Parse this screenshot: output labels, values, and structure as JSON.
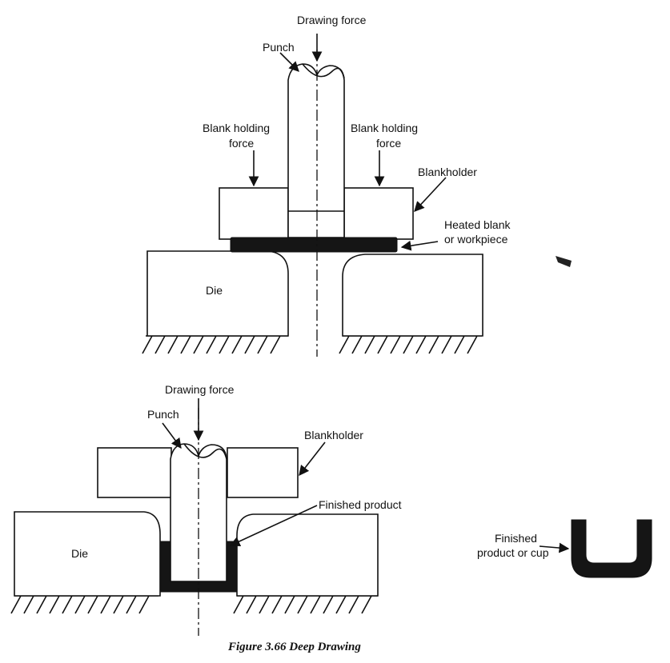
{
  "figure": {
    "top": {
      "drawing_force": "Drawing force",
      "punch": "Punch",
      "blank_holding_force_left": [
        "Blank holding",
        "force"
      ],
      "blank_holding_force_right": [
        "Blank holding",
        "force"
      ],
      "blankholder": "Blankholder",
      "heated_blank": [
        "Heated blank",
        "or workpiece"
      ],
      "die": "Die"
    },
    "bottom": {
      "drawing_force": "Drawing force",
      "punch": "Punch",
      "blankholder": "Blankholder",
      "finished_product": "Finished product",
      "die": "Die"
    },
    "cup": {
      "label": [
        "Finished",
        "product or cup"
      ]
    },
    "caption": "Figure 3.66 Deep Drawing"
  }
}
